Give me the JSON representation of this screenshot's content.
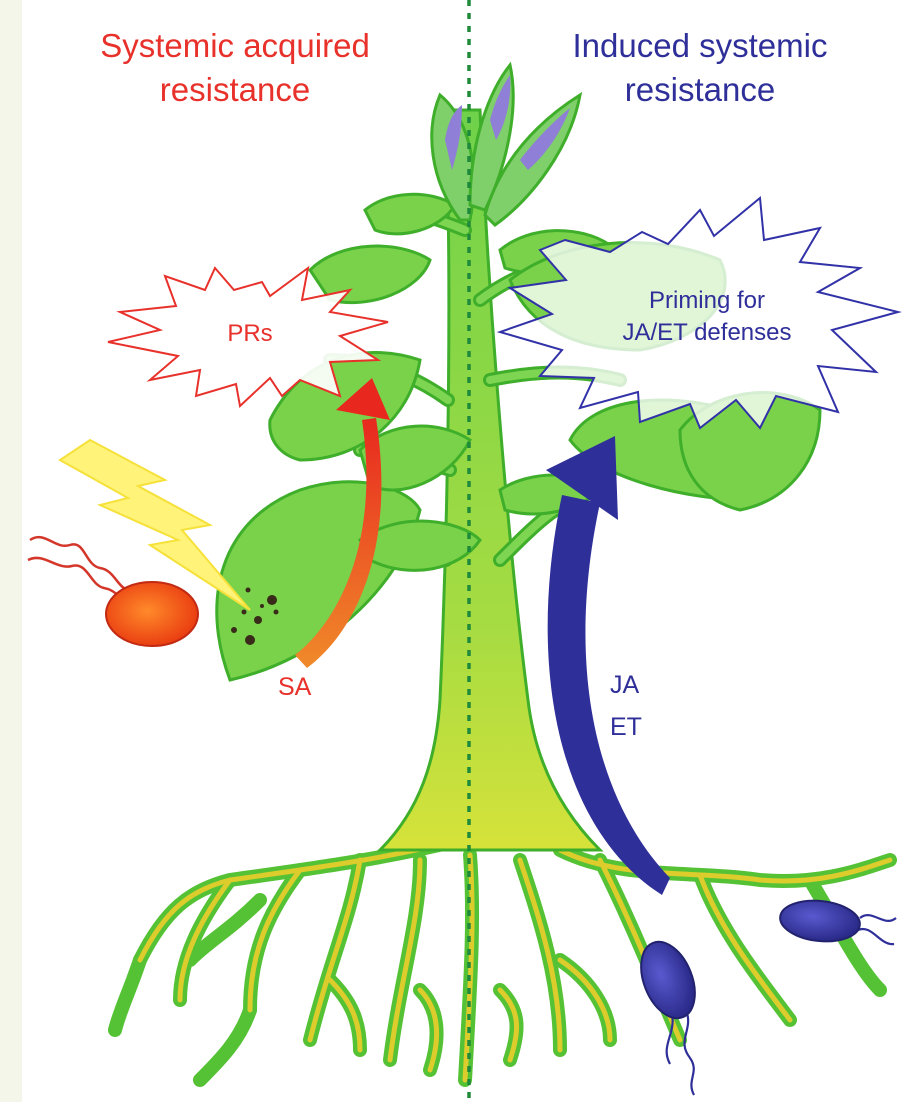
{
  "left_panel": {
    "title_line1": "Systemic acquired",
    "title_line2": "resistance",
    "burst_label": "PRs",
    "signal_label": "SA"
  },
  "right_panel": {
    "title_line1": "Induced systemic",
    "title_line2": "resistance",
    "burst_label_line1": "Priming for",
    "burst_label_line2": "JA/ET defenses",
    "signal_line1": "JA",
    "signal_line2": "ET"
  },
  "colors": {
    "sar": "#e8312a",
    "isr": "#2f2f9a",
    "plant_green": "#79d24a",
    "plant_outline": "#3fae2a",
    "root_yellow": "#d9d02a",
    "divider": "#1f8a3a"
  },
  "icons": [
    "lightning-icon",
    "pathogen-bacterium-icon",
    "beneficial-bacterium-icon"
  ]
}
